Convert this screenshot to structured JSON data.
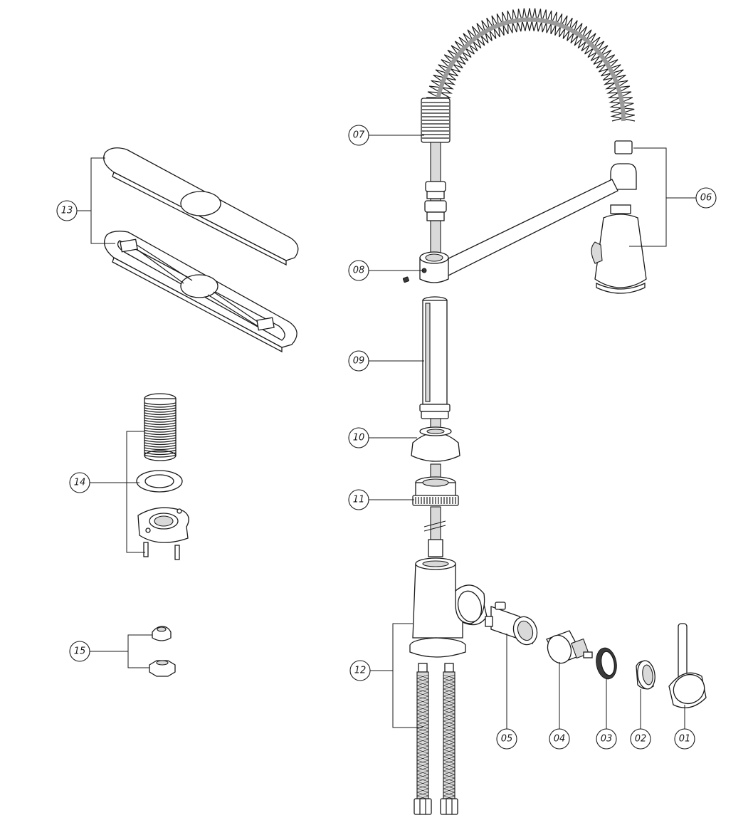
{
  "callouts": [
    {
      "id": "07",
      "label": "07"
    },
    {
      "id": "06",
      "label": "06"
    },
    {
      "id": "08",
      "label": "08"
    },
    {
      "id": "09",
      "label": "09"
    },
    {
      "id": "10",
      "label": "10"
    },
    {
      "id": "11",
      "label": "11"
    },
    {
      "id": "12",
      "label": "12"
    },
    {
      "id": "13",
      "label": "13"
    },
    {
      "id": "14",
      "label": "14"
    },
    {
      "id": "15",
      "label": "15"
    },
    {
      "id": "05",
      "label": "05"
    },
    {
      "id": "04",
      "label": "04"
    },
    {
      "id": "03",
      "label": "03"
    },
    {
      "id": "02",
      "label": "02"
    },
    {
      "id": "01",
      "label": "01"
    }
  ],
  "colors": {
    "line": "#1a1a1a",
    "fill": "#ffffff",
    "shade": "#d9d9d9"
  }
}
